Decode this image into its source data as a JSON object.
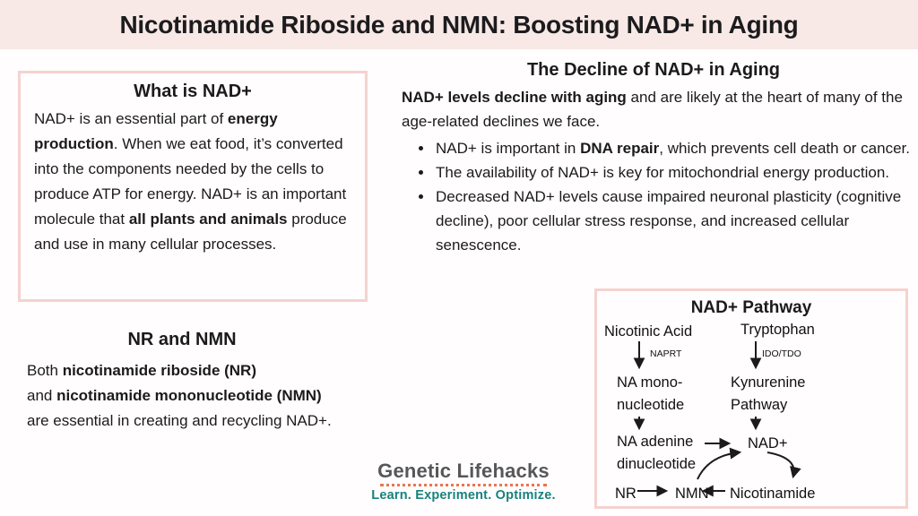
{
  "page": {
    "title": "Nicotinamide Riboside and NMN: Boosting NAD+ in Aging"
  },
  "colors": {
    "header_bg": "#f8e9e6",
    "box_border": "#f5d2cf",
    "text": "#1b1b1b",
    "logo_gray": "#57575a",
    "logo_teal": "#17827b",
    "logo_orange": "#e8764f"
  },
  "what_is_nad": {
    "title": "What is NAD+",
    "body": [
      {
        "t": "NAD+ is an essential part of "
      },
      {
        "t": "energy production",
        "b": true
      },
      {
        "t": ". When we eat food, it’s converted into the components needed by the cells to produce ATP for energy. NAD+ is an important molecule that "
      },
      {
        "t": "all plants and animals",
        "b": true
      },
      {
        "t": " produce and use in many cellular processes."
      }
    ]
  },
  "nr_and_nmn": {
    "title": "NR and NMN",
    "lines": [
      [
        {
          "t": "Both "
        },
        {
          "t": "nicotinamide riboside (NR)",
          "b": true
        }
      ],
      [
        {
          "t": "and "
        },
        {
          "t": "nicotinamide mononucleotide (NMN)",
          "b": true
        }
      ],
      [
        {
          "t": "are essential in creating and recycling NAD+."
        }
      ]
    ]
  },
  "decline": {
    "title": "The Decline of NAD+ in Aging",
    "intro": [
      {
        "t": "NAD+ levels decline with aging",
        "b": true
      },
      {
        "t": " and are likely at the heart of many of the age-related declines we face."
      }
    ],
    "bullets": [
      [
        {
          "t": "NAD+ is important in "
        },
        {
          "t": "DNA repair",
          "b": true
        },
        {
          "t": ", which prevents cell death or cancer."
        }
      ],
      [
        {
          "t": "The availability of NAD+ is key for mitochondrial energy production."
        }
      ],
      [
        {
          "t": "Decreased NAD+ levels cause impaired neuronal plasticity (cognitive decline), poor cellular stress response, and increased cellular senescence."
        }
      ]
    ]
  },
  "pathway": {
    "title": "NAD+ Pathway",
    "nodes": {
      "nicotinic_acid": "Nicotinic Acid",
      "tryptophan": "Tryptophan",
      "naprt": "NAPRT",
      "ido_tdo": "IDO/TDO",
      "na_mononucleotide": "NA mono-\nnucleotide",
      "kynurenine_pathway": "Kynurenine\nPathway",
      "na_adenine_dinucleotide": "NA adenine\ndinucleotide",
      "nad": "NAD+",
      "nr": "NR",
      "nmn": "NMN",
      "nicotinamide": "Nicotinamide"
    }
  },
  "logo": {
    "name": "Genetic Lifehacks",
    "tagline": "Learn. Experiment. Optimize."
  }
}
